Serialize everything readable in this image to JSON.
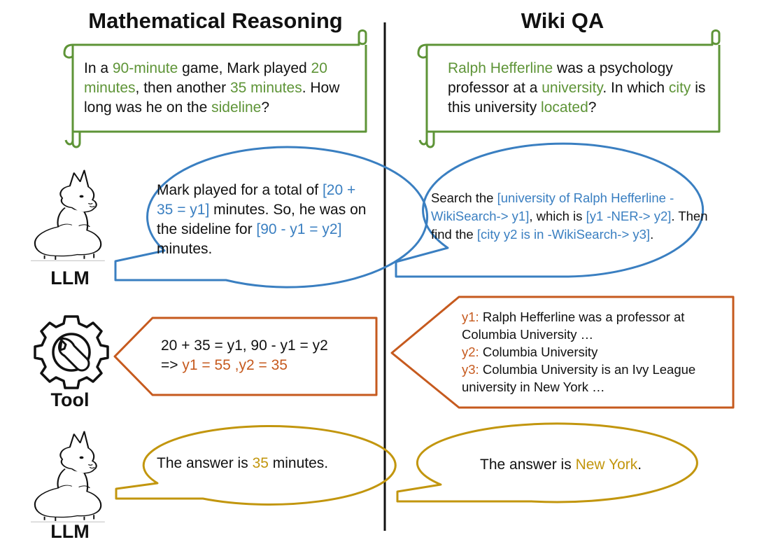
{
  "headers": {
    "left": "Mathematical Reasoning",
    "right": "Wiki QA"
  },
  "labels": {
    "llm_top": "LLM",
    "tool": "Tool",
    "llm_bottom": "LLM"
  },
  "math": {
    "question": {
      "p1": "In a ",
      "h1": "90-minute",
      "p2": " game, Mark played ",
      "h2": "20 minutes",
      "p3": ", then another ",
      "h3": "35 minutes",
      "p4": ". How long was he on the ",
      "h4": "sideline",
      "p5": "?"
    },
    "llm": {
      "p1": "Mark played for a total of ",
      "c1": "[20 + 35 = y1]",
      "p2": " minutes. So, he was on the sideline for ",
      "c2": "[90 - y1 = y2]",
      "p3": " minutes."
    },
    "tool": {
      "line1": "20 + 35 = y1, 90 - y1 = y2",
      "arrow": "=> ",
      "result": "y1 = 55 ,y2 = 35"
    },
    "answer": {
      "p1": "The answer is ",
      "value": "35",
      "p2": " minutes."
    }
  },
  "wiki": {
    "question": {
      "h1": "Ralph Hefferline",
      "p1": " was a psychology professor at a ",
      "h2": "university",
      "p2": ". In which ",
      "h3": "city",
      "p3": " is this university ",
      "h4": "located",
      "p4": "?"
    },
    "llm": {
      "p1": "Search the ",
      "c1": "[university of Ralph Hefferline -WikiSearch-> y1]",
      "p2": ", which is ",
      "c2": "[y1 -NER-> y2]",
      "p3": ". Then find the ",
      "c3": "[city y2 is in -WikiSearch-> y3]",
      "p4": "."
    },
    "tool": {
      "k1": "y1:",
      "v1": " Ralph Hefferline was a professor at Columbia University …",
      "k2": "y2:",
      "v2": " Columbia University",
      "k3": "y3:",
      "v3": " Columbia University is an Ivy League university in New York …"
    },
    "answer": {
      "p1": "The answer is ",
      "value": "New York",
      "p2": "."
    }
  },
  "colors": {
    "question": "#5e9437",
    "llm": "#3a7fc1",
    "tool": "#c65a1e",
    "answer": "#c2960e"
  },
  "icons": [
    "llama-icon",
    "gear-wrench-icon",
    "scroll-icon"
  ]
}
